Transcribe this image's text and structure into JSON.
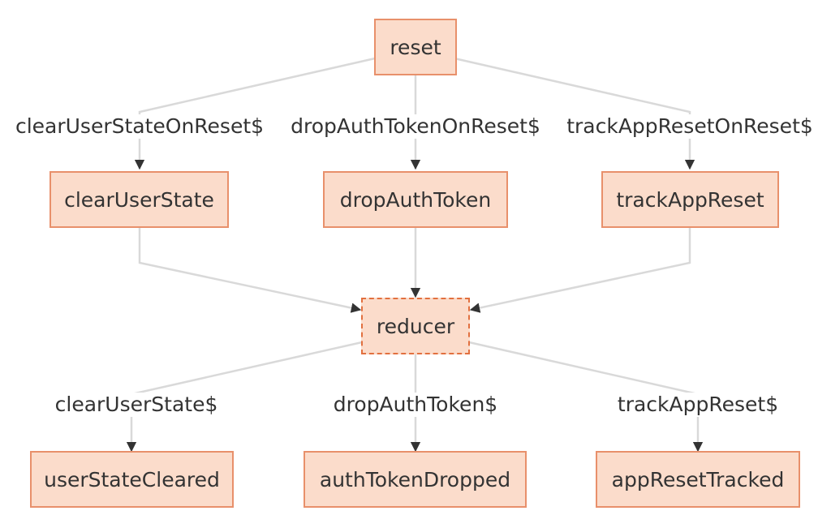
{
  "diagram": {
    "nodes": {
      "reset": "reset",
      "clear_user_state": "clearUserState",
      "drop_auth_token": "dropAuthToken",
      "track_app_reset": "trackAppReset",
      "reducer": "reducer",
      "user_state_cleared": "userStateCleared",
      "auth_token_dropped": "authTokenDropped",
      "app_reset_tracked": "appResetTracked"
    },
    "edge_labels": {
      "clear_user_state_on_reset": "clearUserStateOnReset$",
      "drop_auth_token_on_reset": "dropAuthTokenOnReset$",
      "track_app_reset_on_reset": "trackAppResetOnReset$",
      "clear_user_state_stream": "clearUserState$",
      "drop_auth_token_stream": "dropAuthToken$",
      "track_app_reset_stream": "trackAppReset$"
    },
    "colors": {
      "node_fill": "#fbdccb",
      "node_border": "#e8906b",
      "reducer_border": "#e2703f",
      "edge_line": "#d9d9d9",
      "arrow_head": "#333333"
    }
  }
}
